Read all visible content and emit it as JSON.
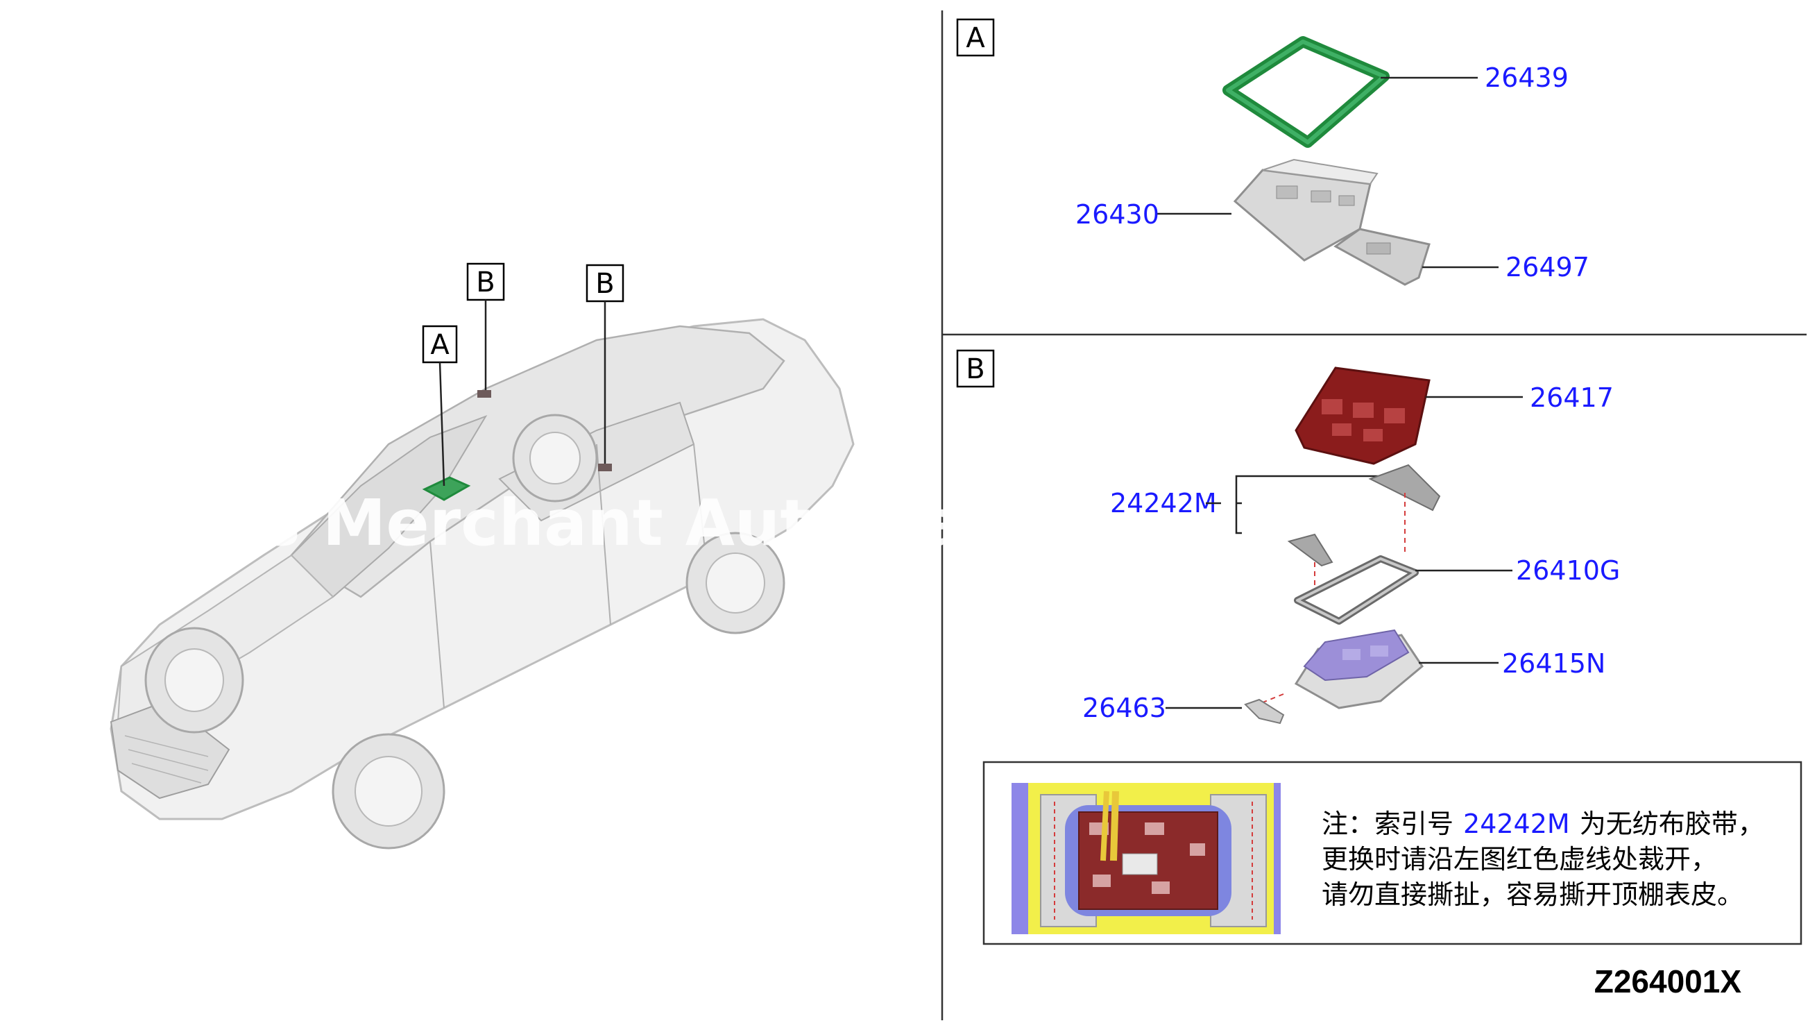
{
  "diagram_code": "Z264001X",
  "watermark": "s Merchant Auto Pa",
  "overview": {
    "callouts": [
      "A",
      "B",
      "B"
    ]
  },
  "section_a": {
    "label": "A",
    "parts": [
      "26439",
      "26430",
      "26497"
    ]
  },
  "section_b": {
    "label": "B",
    "parts": [
      "26417",
      "24242M",
      "26410G",
      "26415N",
      "26463"
    ]
  },
  "note": {
    "prefix": "注：索引号",
    "code": "24242M",
    "line1_suffix": "为无纺布胶带，",
    "line2": "更换时请沿左图红色虚线处裁开，",
    "line3": "请勿直接撕扯，容易撕开顶棚表皮。"
  },
  "colors": {
    "part_number": "#1a1aff",
    "frame_green": "#1f8a3c",
    "bracket_red": "#8b1c1c",
    "module_lavender": "#9c8fd8",
    "tape_yellow": "#f2ef4a"
  }
}
